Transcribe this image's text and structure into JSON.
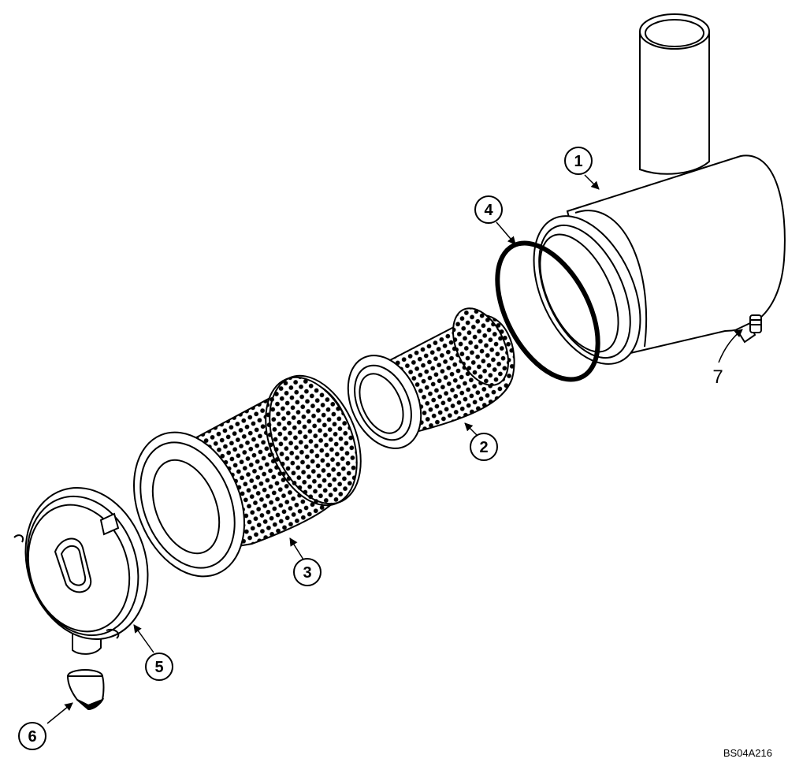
{
  "diagram": {
    "reference_code": "BS04A216",
    "callouts": [
      {
        "id": "1",
        "label": "1",
        "part": "air-cleaner-housing"
      },
      {
        "id": "2",
        "label": "2",
        "part": "inner-safety-filter"
      },
      {
        "id": "3",
        "label": "3",
        "part": "outer-primary-filter"
      },
      {
        "id": "4",
        "label": "4",
        "part": "o-ring-seal"
      },
      {
        "id": "5",
        "label": "5",
        "part": "end-cover"
      },
      {
        "id": "6",
        "label": "6",
        "part": "dust-valve"
      },
      {
        "id": "7",
        "label": "7",
        "part": "elbow-fitting"
      }
    ],
    "colors": {
      "line": "#000000",
      "background": "#ffffff",
      "dark_fill": "#111111"
    }
  }
}
